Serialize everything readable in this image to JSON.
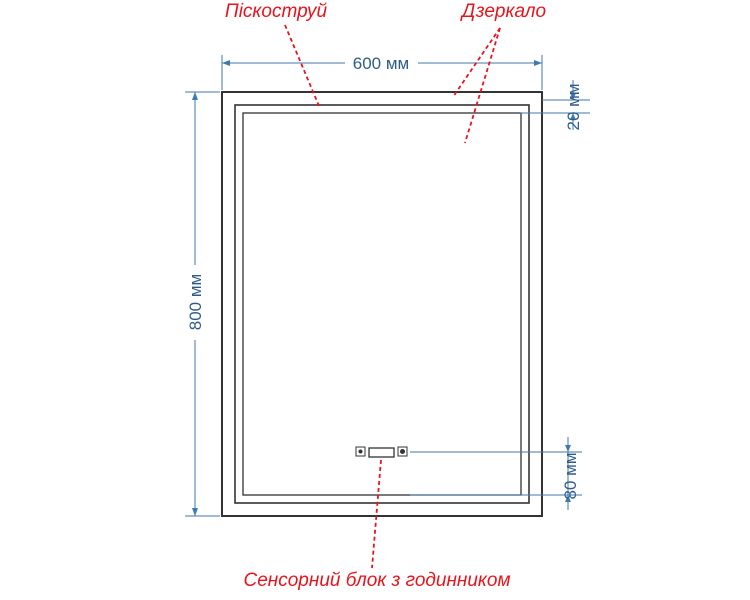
{
  "labels": {
    "sandblast": "Піскоструй",
    "mirror": "Дзеркало",
    "touch_unit": "Сенсорний блок з годинником"
  },
  "dimensions": {
    "width": "600 мм",
    "height": "800 мм",
    "frame_offset": "20 мм",
    "unit_offset": "80 мм"
  },
  "colors": {
    "label_red": "#e8141c",
    "dimension_blue": "#3d7ab0",
    "frame": "#333333"
  },
  "icons": [
    "sun-icon",
    "clock-display-icon",
    "gear-icon"
  ]
}
